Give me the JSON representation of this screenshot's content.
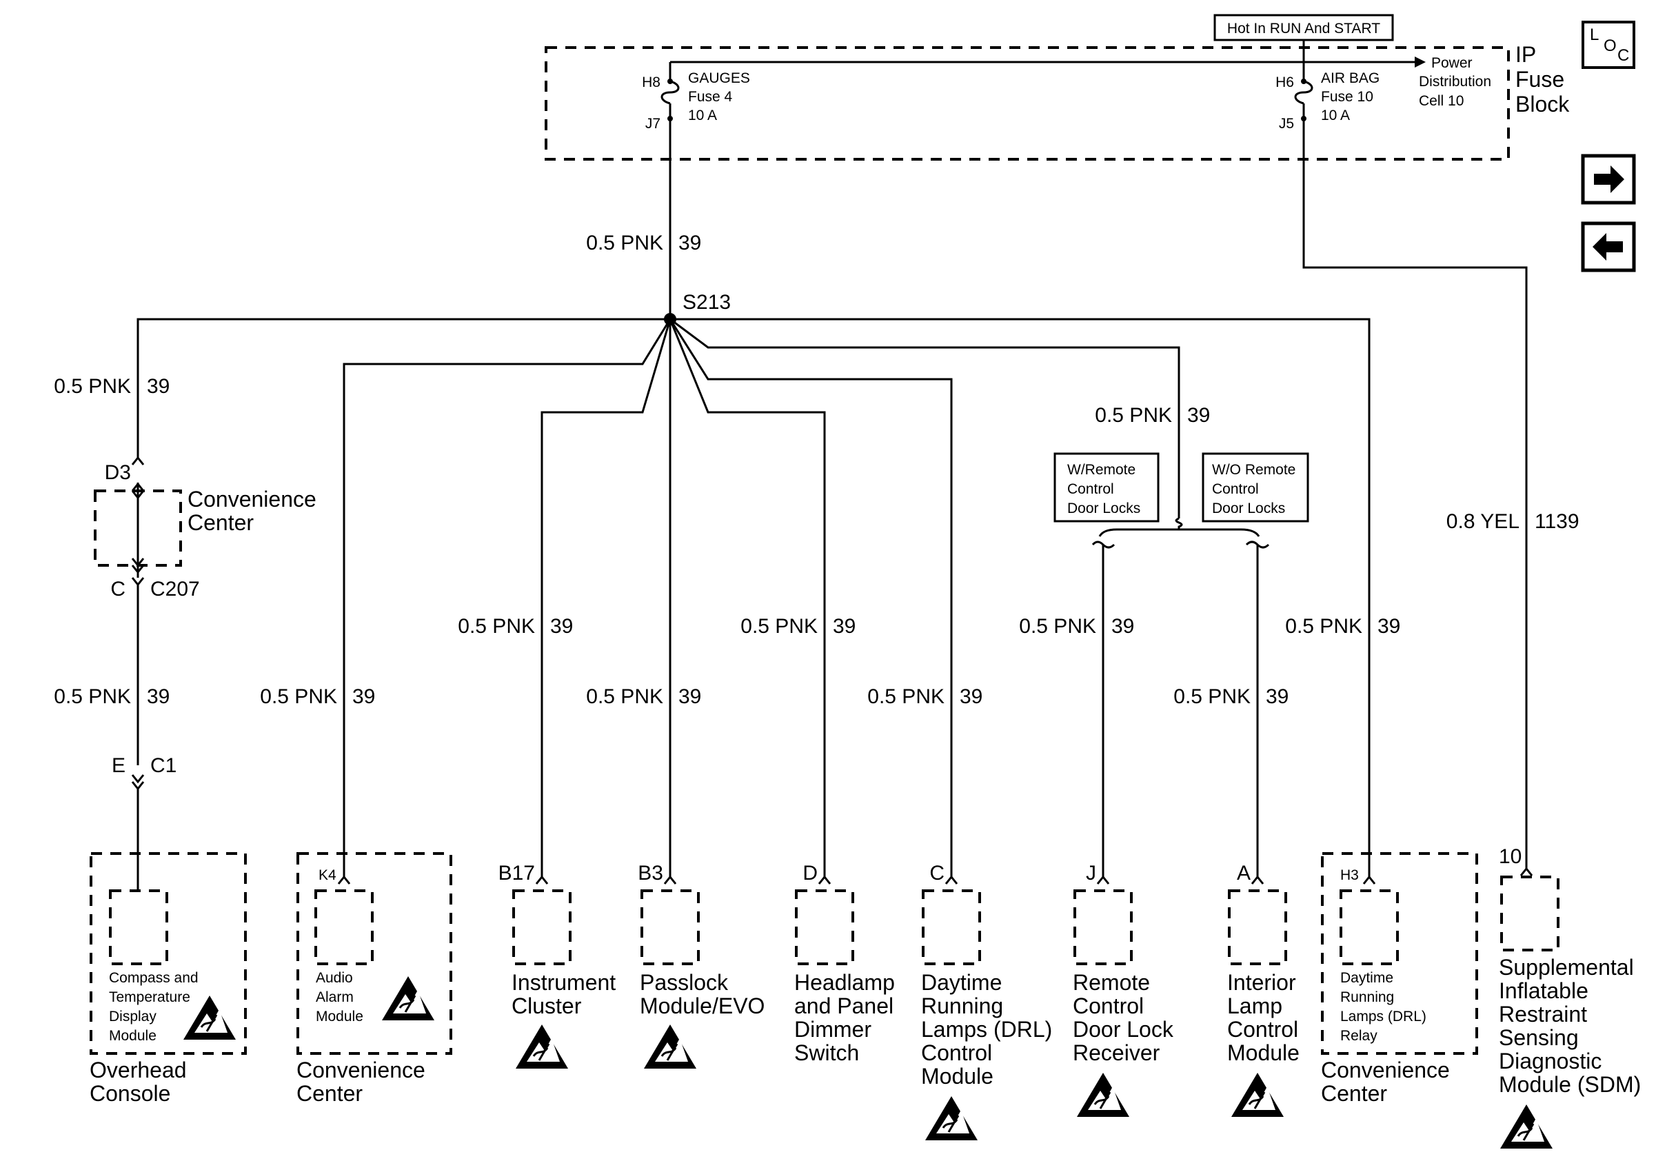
{
  "power": {
    "header": "Hot In RUN And START",
    "power_distribution": [
      "Power",
      "Distribution",
      "Cell 10"
    ],
    "block_name": [
      "IP",
      "Fuse",
      "Block"
    ]
  },
  "fuses": [
    {
      "in_pin": "H8",
      "out_pin": "J7",
      "lines": [
        "GAUGES",
        "Fuse 4",
        "10 A"
      ]
    },
    {
      "in_pin": "H6",
      "out_pin": "J5",
      "lines": [
        "AIR BAG",
        "Fuse 10",
        "10 A"
      ]
    }
  ],
  "splice": "S213",
  "wire_pnk": {
    "gauge_color": "0.5 PNK",
    "circuit": "39"
  },
  "wire_yel": {
    "gauge_color": "0.8 YEL",
    "circuit": "1139"
  },
  "convenience_center_inline": {
    "name": [
      "Convenience",
      "Center"
    ],
    "pin_top": "D3",
    "pin_bottom": "C",
    "connector": "C207",
    "pin_e": "E",
    "connector_c1": "C1"
  },
  "options": [
    {
      "lines": [
        "W/Remote",
        "Control",
        "Door Locks"
      ]
    },
    {
      "lines": [
        "W/O Remote",
        "Control",
        "Door Locks"
      ]
    }
  ],
  "components": [
    {
      "pin": "",
      "inner": [
        "Compass and",
        "Temperature",
        "Display",
        "Module"
      ],
      "label": [
        "Overhead",
        "Console"
      ],
      "esd": true
    },
    {
      "pin": "K4",
      "inner": [
        "Audio",
        "Alarm",
        "Module"
      ],
      "label": [
        "Convenience",
        "Center"
      ],
      "esd": true
    },
    {
      "pin": "B17",
      "inner": [],
      "label": [
        "Instrument",
        "Cluster"
      ],
      "esd": true
    },
    {
      "pin": "B3",
      "inner": [],
      "label": [
        "Passlock",
        "Module/EVO"
      ],
      "esd": true
    },
    {
      "pin": "D",
      "inner": [],
      "label": [
        "Headlamp",
        "and Panel",
        "Dimmer",
        "Switch"
      ],
      "esd": false
    },
    {
      "pin": "C",
      "inner": [],
      "label": [
        "Daytime",
        "Running",
        "Lamps (DRL)",
        "Control",
        "Module"
      ],
      "esd": true
    },
    {
      "pin": "J",
      "inner": [],
      "label": [
        "Remote",
        "Control",
        "Door Lock",
        "Receiver"
      ],
      "esd": true
    },
    {
      "pin": "A",
      "inner": [],
      "label": [
        "Interior",
        "Lamp",
        "Control",
        "Module"
      ],
      "esd": true
    },
    {
      "pin": "H3",
      "inner": [
        "Daytime",
        "Running",
        "Lamps (DRL)",
        "Relay"
      ],
      "label": [
        "Convenience",
        "Center"
      ],
      "esd": false
    },
    {
      "pin": "10",
      "inner": [],
      "label": [
        "Supplemental",
        "Inflatable",
        "Restraint",
        "Sensing",
        "Diagnostic",
        "Module (SDM)"
      ],
      "esd": true
    }
  ],
  "nav": {
    "loc_letters": [
      "L",
      "O",
      "C"
    ],
    "icons": [
      "loc-icon",
      "next-arrow-icon",
      "previous-arrow-icon",
      "esd-sensitive-icon"
    ]
  }
}
